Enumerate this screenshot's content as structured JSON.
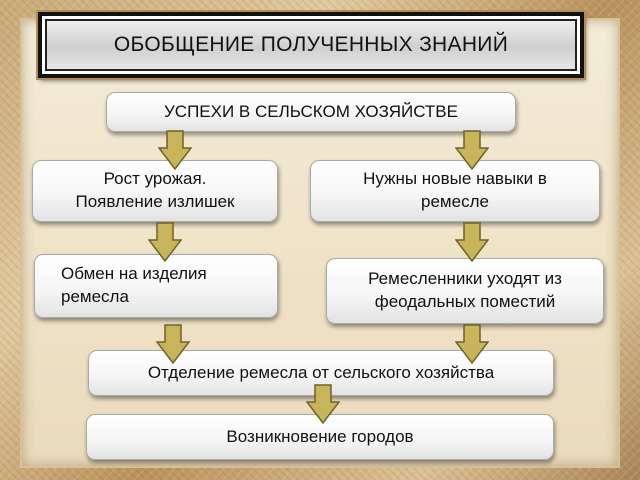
{
  "title": "ОБОБЩЕНИЕ ПОЛУЧЕННЫХ ЗНАНИЙ",
  "nodes": {
    "agriculture": "УСПЕХИ В СЕЛЬСКОМ ХОЗЯЙСТВЕ",
    "harvest_line1": "Рост урожая.",
    "harvest_line2": "Появление излишек",
    "skills_line1": "Нужны новые навыки в",
    "skills_line2": "ремесле",
    "exchange_line1": "Обмен на изделия",
    "exchange_line2": "ремесла",
    "artisans_line1": "Ремесленники уходят из",
    "artisans_line2": "феодальных поместий",
    "separation": "Отделение ремесла от сельского хозяйства",
    "towns": "Возникновение городов"
  },
  "colors": {
    "arrow_fill": "#c8b45a",
    "arrow_stroke": "#6e6228"
  }
}
